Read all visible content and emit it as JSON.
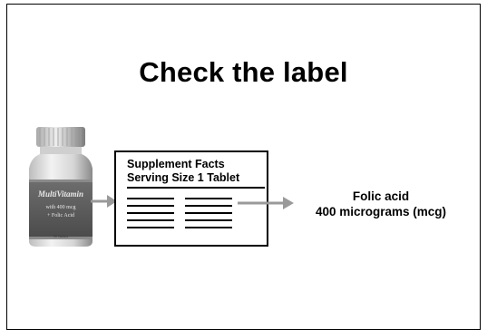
{
  "slide": {
    "title": "Check the label"
  },
  "bottle": {
    "name": "MultiVitamin",
    "dose_text": "with 400 mcg",
    "folic_text": "+ Folic Acid",
    "count_text": "90 Tablets"
  },
  "label": {
    "heading": "Supplement Facts",
    "serving": "Serving Size 1 Tablet"
  },
  "result": {
    "nutrient": "Folic acid",
    "amount": "400 micrograms (mcg)"
  },
  "colors": {
    "arrow": "#9a9a9a",
    "border": "#000000"
  }
}
